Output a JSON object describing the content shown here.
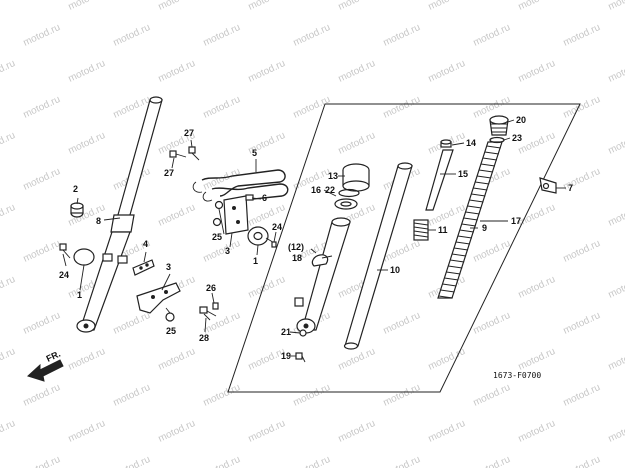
{
  "watermark": "motod.ru",
  "diagram_code": "1673-F0700",
  "direction_label": "FR.",
  "callouts": {
    "c1": "1",
    "c2": "2",
    "c3a": "3",
    "c3b": "3",
    "c4": "4",
    "c5": "5",
    "c6": "6",
    "c7": "7",
    "c8a": "8",
    "c9": "9",
    "c10": "10",
    "c11": "11",
    "c12": "(12)",
    "c13": "13",
    "c14": "14",
    "c15": "15",
    "c16": "16",
    "c17": "17",
    "c18": "18",
    "c19": "19",
    "c20": "20",
    "c21": "21",
    "c22": "22",
    "c23": "23",
    "c24a": "24",
    "c24b": "24",
    "c25a": "25",
    "c25b": "25",
    "c26": "26",
    "c27a": "27",
    "c27b": "27",
    "c28": "28",
    "c1b": "1"
  }
}
